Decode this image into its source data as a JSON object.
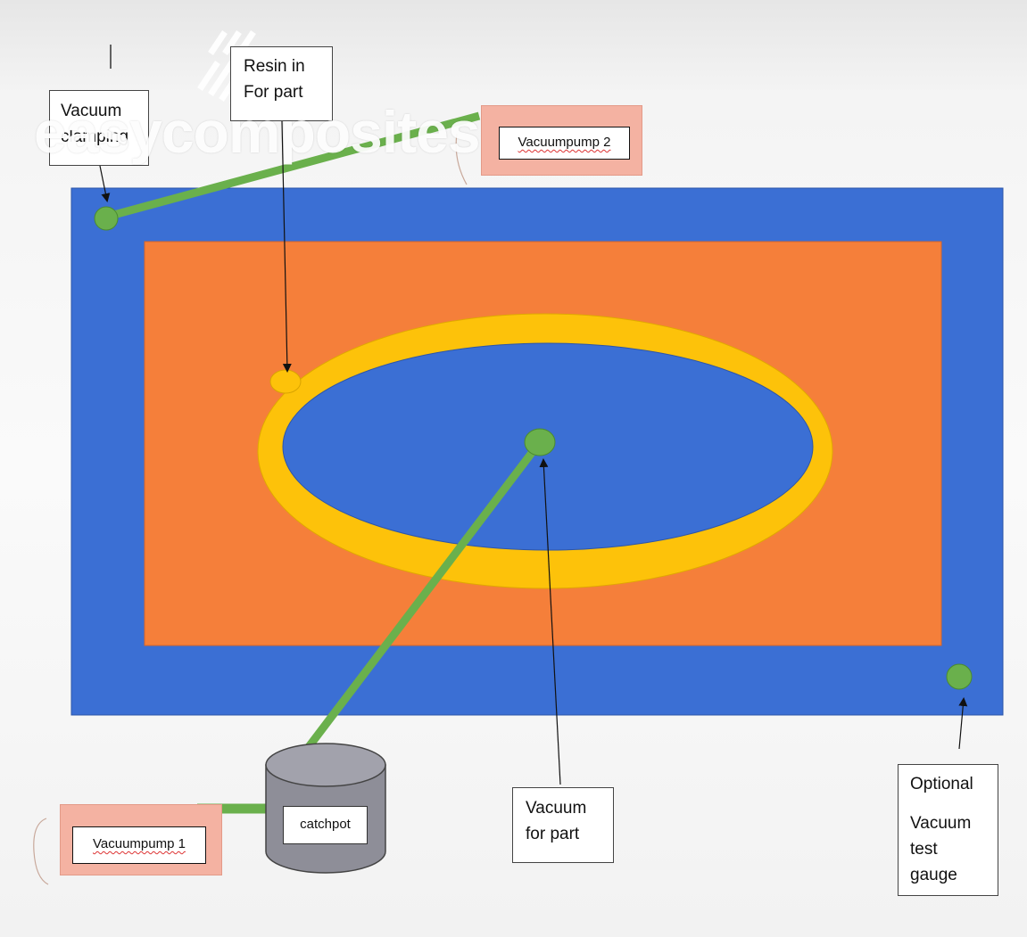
{
  "watermark": "easycomposites",
  "labels": {
    "vacuum_clamping": [
      "Vacuum",
      "clamping"
    ],
    "resin_in": [
      "Resin in",
      "For part"
    ],
    "vacuum_pump_2": "Vacuumpump 2",
    "vacuum_pump_1": "Vacuumpump 1",
    "catchpot": "catchpot",
    "vacuum_for_part": [
      "Vacuum",
      "for part"
    ],
    "optional_gauge": [
      "Optional",
      "",
      "Vacuum",
      "test",
      "gauge"
    ]
  },
  "colors": {
    "outer_blue": "#3b6fd4",
    "orange": "#f57f3a",
    "yellow": "#fdc20a",
    "green": "#6ab04c",
    "catchpot_gray": "#8e8e98",
    "pump_fill": "#f4b2a2"
  }
}
